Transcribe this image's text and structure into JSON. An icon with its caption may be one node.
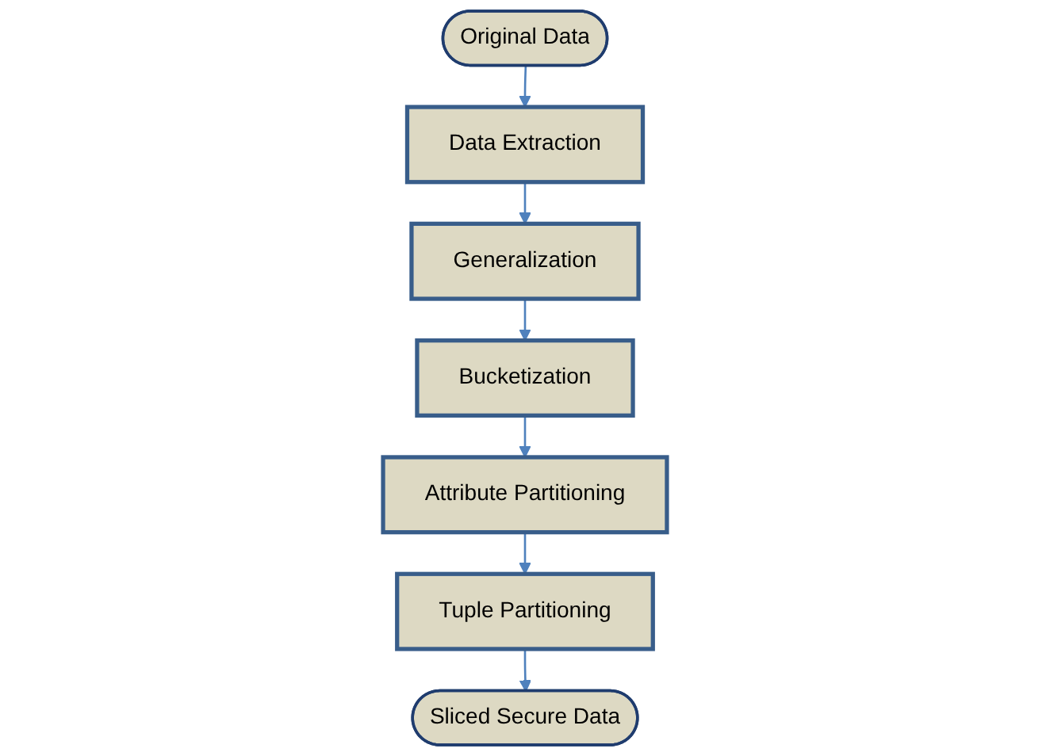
{
  "diagram": {
    "nodes": [
      {
        "text": [
          "Original Data"
        ]
      },
      {
        "text": [
          "Data Extraction"
        ]
      },
      {
        "text": [
          "Generalization"
        ]
      },
      {
        "text": [
          "Bucketization"
        ]
      },
      {
        "text": [
          "Attribute Partitioning"
        ]
      },
      {
        "text": [
          "Tuple Partitioning"
        ]
      },
      {
        "text": [
          "Sliced Secure Data"
        ]
      }
    ],
    "edges": [
      {
        "from": 0,
        "to": 1,
        "arrow": "to"
      },
      {
        "from": 1,
        "to": 2,
        "arrow": "to"
      },
      {
        "from": 2,
        "to": 3,
        "arrow": "to"
      },
      {
        "from": 3,
        "to": 4,
        "arrow": "to"
      },
      {
        "from": 4,
        "to": 5,
        "arrow": "to"
      },
      {
        "from": 5,
        "to": 6,
        "arrow": "to"
      }
    ]
  }
}
